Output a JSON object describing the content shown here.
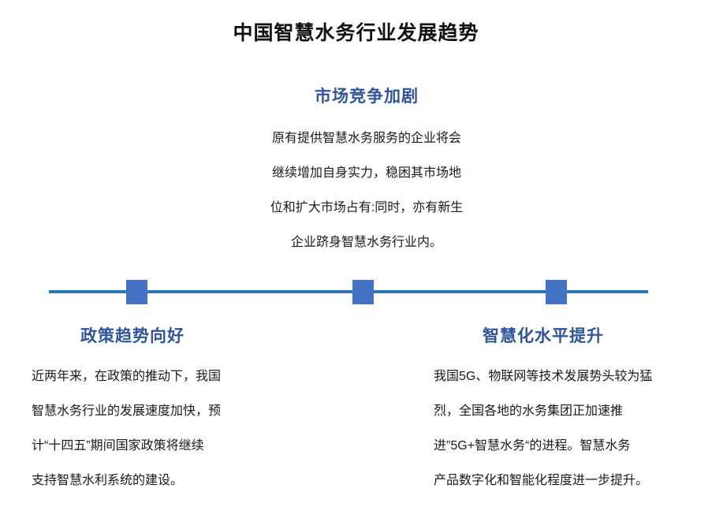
{
  "slide": {
    "title": "中国智慧水务行业发展趋势",
    "colors": {
      "title": "#111111",
      "heading_blue": "#2F5597",
      "timeline_line": "#2E75B6",
      "timeline_marker": "#4472C4",
      "body_text": "#1a1a1a",
      "background": "#ffffff"
    }
  },
  "blocks": {
    "top": {
      "heading": "市场竞争加剧",
      "lines": [
        "原有提供智慧水务服务的企业将会",
        "继续增加自身实力，稳困其市场地",
        "位和扩大市场占有:同时，亦有新生",
        "企业跻身智慧水务行业内。"
      ]
    },
    "bottom_left": {
      "heading": "政策趋势向好",
      "lines": [
        "近两年来，在政策的推动下，我国",
        "智慧水务行业的发展速度加快，预",
        "计“十四五”期间国家政策将继续",
        "支持智慧水利系统的建设。"
      ]
    },
    "bottom_right": {
      "heading": "智慧化水平提升",
      "lines": [
        "我国5G、物联网等技术发展势头较为猛",
        "烈，全国各地的水务集团正加速推",
        "进”5G+智慧水务“的进程。智慧水务",
        "产品数字化和智能化程度进一步提升。"
      ]
    }
  },
  "timeline": {
    "marker_count": 3,
    "markers": [
      "marker-left",
      "marker-center",
      "marker-right"
    ]
  }
}
